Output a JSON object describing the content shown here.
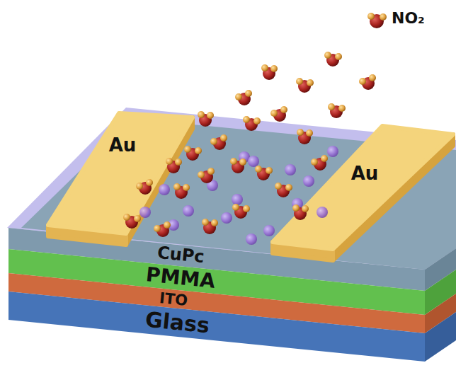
{
  "diagram": {
    "nodes": [
      {
        "text": [
          "Au"
        ]
      },
      {
        "text": [
          "Au"
        ]
      },
      {
        "text": [
          "CuPc"
        ]
      },
      {
        "text": [
          "PMMA"
        ]
      },
      {
        "text": [
          "ITO"
        ]
      },
      {
        "text": [
          "Glass"
        ]
      }
    ],
    "legend": [
      {
        "text": "NO₂"
      }
    ]
  }
}
